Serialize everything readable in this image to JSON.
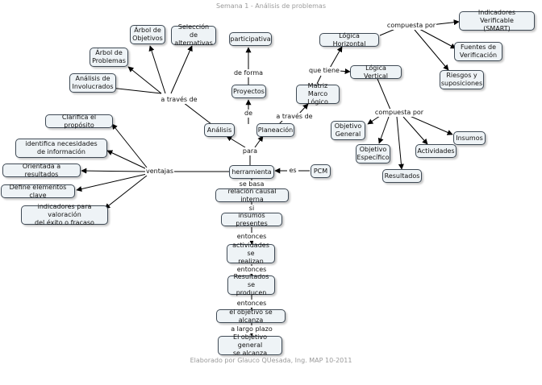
{
  "title": "Semana 1 - Análisis de problemas",
  "footer": "Elaborado por Glauco QUesada, Ing. MAP 10-2011",
  "nodes": {
    "arbol_objetivos": "Árbol de\nObjetivos",
    "seleccion_alternativas": "Selección de\nalternativas",
    "arbol_problemas": "Árbol de\nProblemas",
    "analisis_involucrados": "Análisis de\nInvolucrados",
    "participativa": "participativa",
    "proyectos": "Proyectos",
    "analisis": "Análisis",
    "planeacion": "Planeación",
    "matriz_marco_logico": "Matriz Marco\nLógico",
    "logica_horizontal": "Lógica Horizontal",
    "logica_vertical": "Lógica Vertical",
    "indicadores_verificable": "Indicadores Verificable\n(SMART)",
    "fuentes_verificacion": "Fuentes de\nVerificación",
    "riesgos_suposiciones": "Riesgos y\nsuposiciones",
    "objetivo_general": "Objetivo\nGeneral",
    "objetivo_especifico": "Objetivo\nEspecífico",
    "resultados": "Resultados",
    "actividades": "Actividades",
    "insumos": "Insumos",
    "clarifica_proposito": "Clarifica el propósito",
    "identifica_necesidades": "identifica necesidades\nde información",
    "orientada_resultados": "Orientada a resultados",
    "define_elementos": "Define elementos clave",
    "indicadores_valoracion": "indicadores para valoración\ndel éxito o fracaso",
    "herramienta": "herramienta",
    "pcm": "PCM",
    "relacion_causal": "relación causal interna",
    "insumos_presentes": "insumos presentes",
    "actividades_realizan": "actividades se\nrealizan",
    "resultados_producen": "Resultados se\nproducen",
    "objetivo_alcanza": "el objetivo se alcanza",
    "objetivo_general_alcanza": "El objetivo general\nse alcanza"
  },
  "links": {
    "a_traves_de_1": "a través de",
    "de_forma": "de forma",
    "de": "de",
    "a_traves_de_2": "a través de",
    "que_tiene": "que tiene",
    "compuesta_por_1": "compuesta por",
    "compuesta_por_2": "compuesta por",
    "para": "para",
    "ventajas": "ventajas",
    "es": "es",
    "se_basa": "se basa",
    "si": "si",
    "entonces_1": "entonces",
    "entonces_2": "entonces",
    "entonces_3": "entonces",
    "a_largo_plazo": "a largo plazo"
  },
  "colors": {
    "node_fill": "#eef3f6",
    "node_border": "#3f4a55",
    "line": "#000000",
    "title_text": "#9a9a9a"
  }
}
